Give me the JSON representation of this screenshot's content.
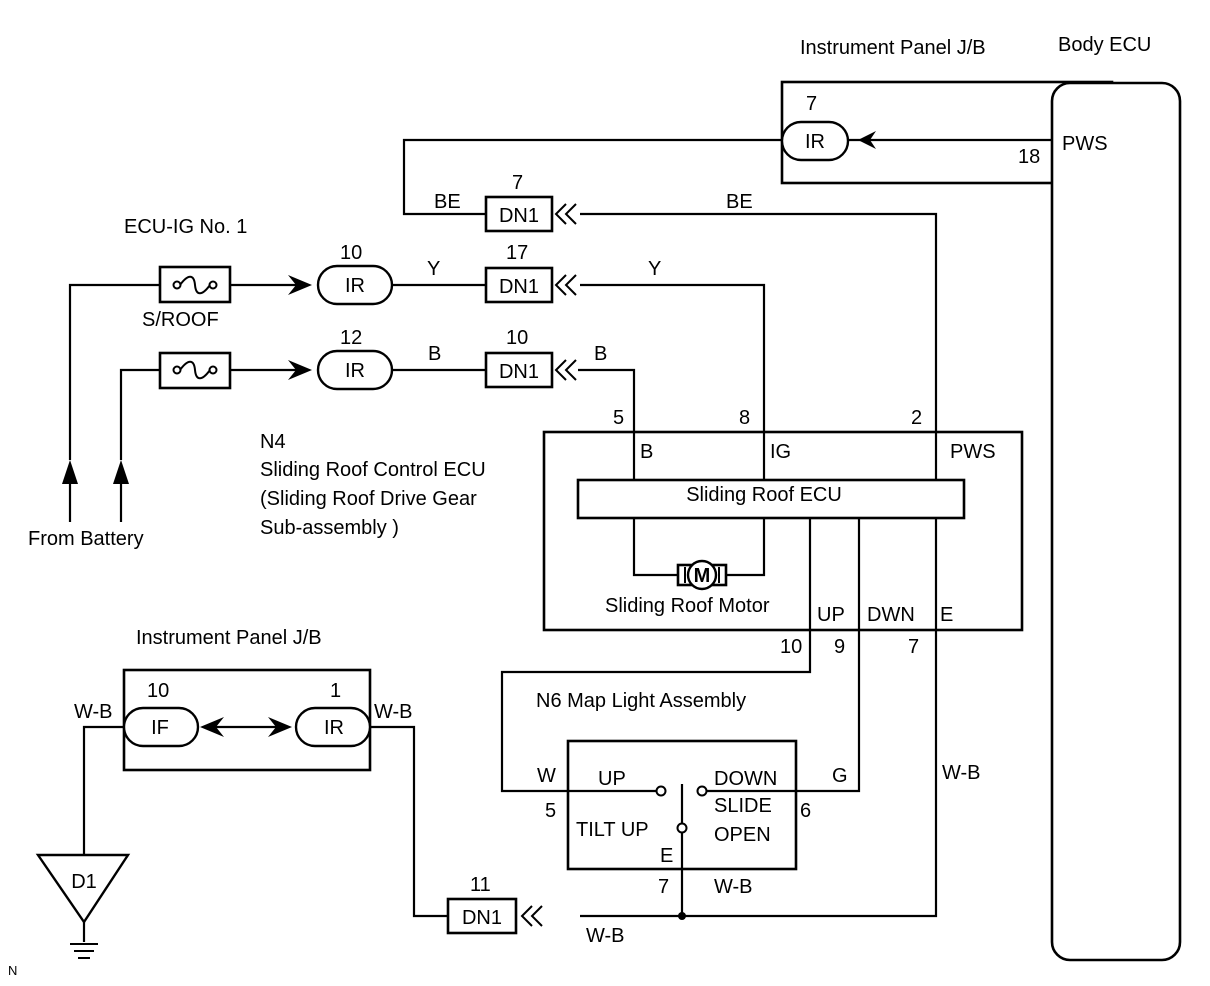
{
  "top_jb": {
    "title": "Instrument Panel J/B",
    "pin": "7",
    "connector": "IR"
  },
  "body_ecu": {
    "title": "Body ECU",
    "pws_label": "PWS",
    "pws_pin": "18"
  },
  "fuse_block": {
    "title": "ECU-IG No. 1",
    "fuse_label": "S/ROOF"
  },
  "battery": {
    "label": "From Battery"
  },
  "connectors": {
    "ir": "IR",
    "dn1": "DN1",
    "if": "IF",
    "pins": {
      "dn1_be": "7",
      "ir_y": "10",
      "dn1_y": "17",
      "ir_b": "12",
      "dn1_b": "10",
      "dn1_wb": "11",
      "jb2_if": "10",
      "jb2_ir": "1"
    }
  },
  "wires": {
    "be": "BE",
    "y": "Y",
    "b": "B",
    "w": "W",
    "g": "G",
    "wb": "W-B"
  },
  "n4": {
    "code": "N4",
    "line1": "Sliding Roof Control ECU",
    "line2": "(Sliding Roof Drive Gear",
    "line3": "Sub-assembly )",
    "ecu_label": "Sliding Roof ECU",
    "motor_label": "Sliding Roof Motor",
    "motor_symbol": "M",
    "terminals": {
      "b": "B",
      "ig": "IG",
      "pws": "PWS",
      "up": "UP",
      "dwn": "DWN",
      "e": "E"
    },
    "pins": {
      "b": "5",
      "ig": "8",
      "pws": "2",
      "up": "10",
      "dwn": "9",
      "e": "7"
    }
  },
  "bottom_jb": {
    "title": "Instrument Panel J/B"
  },
  "n6": {
    "title": "N6 Map Light Assembly",
    "up": "UP",
    "tilt_up": "TILT UP",
    "down": "DOWN",
    "slide": "SLIDE",
    "open": "OPEN",
    "e": "E",
    "pins": {
      "w": "5",
      "g": "6",
      "e": "7"
    }
  },
  "ground": {
    "label": "D1"
  },
  "corner_mark": "N"
}
